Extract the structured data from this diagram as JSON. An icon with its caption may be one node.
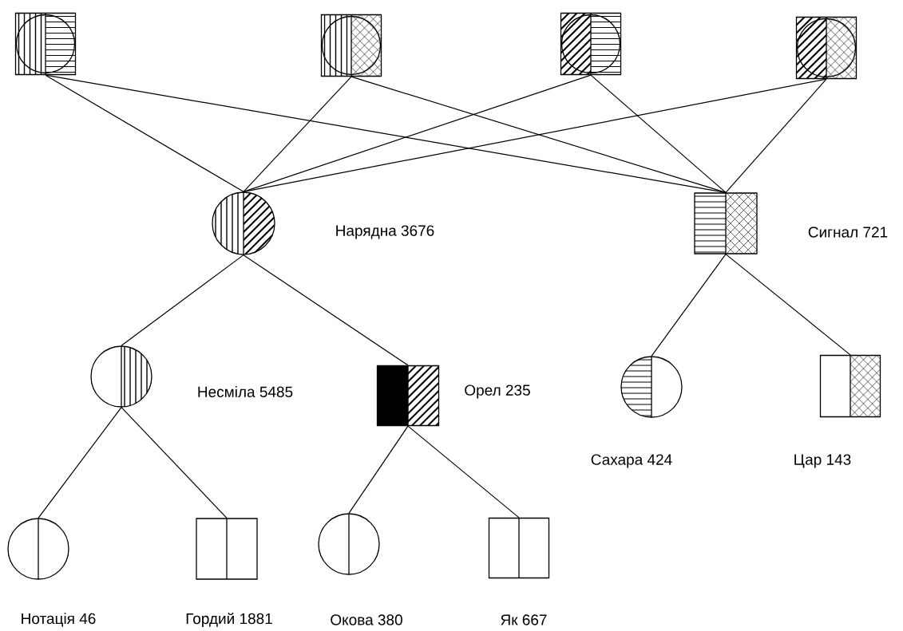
{
  "diagram": {
    "nodes": [
      {
        "text": [],
        "shape": "box"
      },
      {
        "text": [],
        "shape": "box"
      },
      {
        "text": [],
        "shape": "box"
      },
      {
        "text": [],
        "shape": "box"
      },
      {
        "text": [
          "Нарядна 3676"
        ]
      },
      {
        "text": [
          "Сигнал 721"
        ]
      },
      {
        "text": [
          "Несміла 5485"
        ]
      },
      {
        "text": [
          "Орел 235"
        ]
      },
      {
        "text": [
          "Сахара 424"
        ]
      },
      {
        "text": [
          "Цар 143"
        ]
      },
      {
        "text": [
          "Нотація 46"
        ]
      },
      {
        "text": [
          "Гордий 1881"
        ]
      },
      {
        "text": [
          "Окова 380"
        ]
      },
      {
        "text": [
          "Як 667"
        ]
      }
    ],
    "edges": [
      {
        "from": 0,
        "to": 4,
        "arrow": "none"
      },
      {
        "from": 0,
        "to": 5,
        "arrow": "none"
      },
      {
        "from": 1,
        "to": 4,
        "arrow": "none"
      },
      {
        "from": 1,
        "to": 5,
        "arrow": "none"
      },
      {
        "from": 2,
        "to": 4,
        "arrow": "none"
      },
      {
        "from": 2,
        "to": 5,
        "arrow": "none"
      },
      {
        "from": 3,
        "to": 4,
        "arrow": "none"
      },
      {
        "from": 3,
        "to": 5,
        "arrow": "none"
      },
      {
        "from": 4,
        "to": 6,
        "arrow": "none"
      },
      {
        "from": 4,
        "to": 7,
        "arrow": "none"
      },
      {
        "from": 5,
        "to": 8,
        "arrow": "none"
      },
      {
        "from": 5,
        "to": 9,
        "arrow": "none"
      },
      {
        "from": 6,
        "to": 10,
        "arrow": "none"
      },
      {
        "from": 6,
        "to": 11,
        "arrow": "none"
      },
      {
        "from": 7,
        "to": 12,
        "arrow": "none"
      },
      {
        "from": 7,
        "to": 13,
        "arrow": "none"
      }
    ]
  }
}
